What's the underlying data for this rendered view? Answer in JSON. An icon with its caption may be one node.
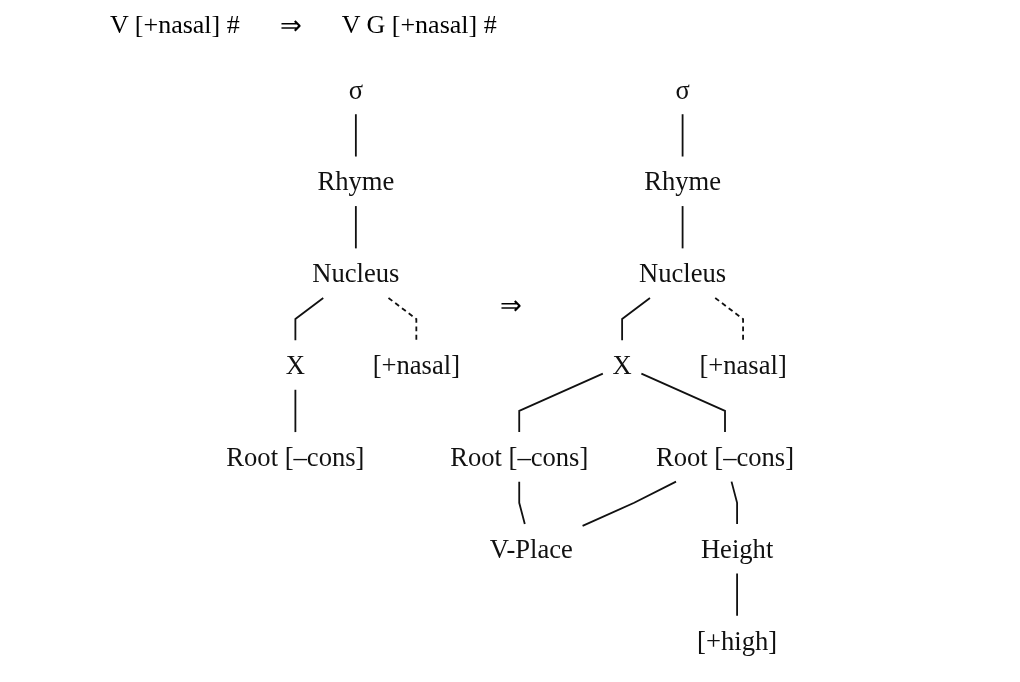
{
  "diagram": {
    "nodes": [
      {
        "text": [
          "σ"
        ]
      },
      {
        "text": [
          "Rhyme"
        ]
      },
      {
        "text": [
          "Nucleus"
        ]
      },
      {
        "text": [
          "X"
        ]
      },
      {
        "text": [
          "Root [–cons]"
        ]
      },
      {
        "text": [
          "[+nasal]"
        ]
      },
      {
        "text": [
          "σ"
        ]
      },
      {
        "text": [
          "Rhyme"
        ]
      },
      {
        "text": [
          "Nucleus"
        ]
      },
      {
        "text": [
          "X"
        ]
      },
      {
        "text": [
          "Root [–cons]"
        ]
      },
      {
        "text": [
          "Root [–cons]"
        ]
      },
      {
        "text": [
          "V-Place"
        ]
      },
      {
        "text": [
          "Height"
        ]
      },
      {
        "text": [
          "[+high]"
        ]
      },
      {
        "text": [
          "[+nasal]"
        ]
      }
    ],
    "edges": [
      {
        "from": 0,
        "to": 1,
        "arrow": "none"
      },
      {
        "from": 1,
        "to": 2,
        "arrow": "none"
      },
      {
        "from": 2,
        "to": 3,
        "arrow": "none"
      },
      {
        "from": 3,
        "to": 4,
        "arrow": "none"
      },
      {
        "from": 2,
        "to": 5,
        "arrow": "none",
        "style": "dashed"
      },
      {
        "from": 6,
        "to": 7,
        "arrow": "none"
      },
      {
        "from": 7,
        "to": 8,
        "arrow": "none"
      },
      {
        "from": 8,
        "to": 9,
        "arrow": "none"
      },
      {
        "from": 9,
        "to": 10,
        "arrow": "none"
      },
      {
        "from": 9,
        "to": 11,
        "arrow": "none"
      },
      {
        "from": 10,
        "to": 12,
        "arrow": "none"
      },
      {
        "from": 11,
        "to": 12,
        "arrow": "none"
      },
      {
        "from": 11,
        "to": 13,
        "arrow": "none"
      },
      {
        "from": 13,
        "to": 14,
        "arrow": "none"
      },
      {
        "from": 8,
        "to": 15,
        "arrow": "none",
        "style": "dashed"
      }
    ],
    "labels": [
      "V [+nasal] #",
      "⇒",
      "V G [+nasal] #",
      "⇒"
    ]
  }
}
